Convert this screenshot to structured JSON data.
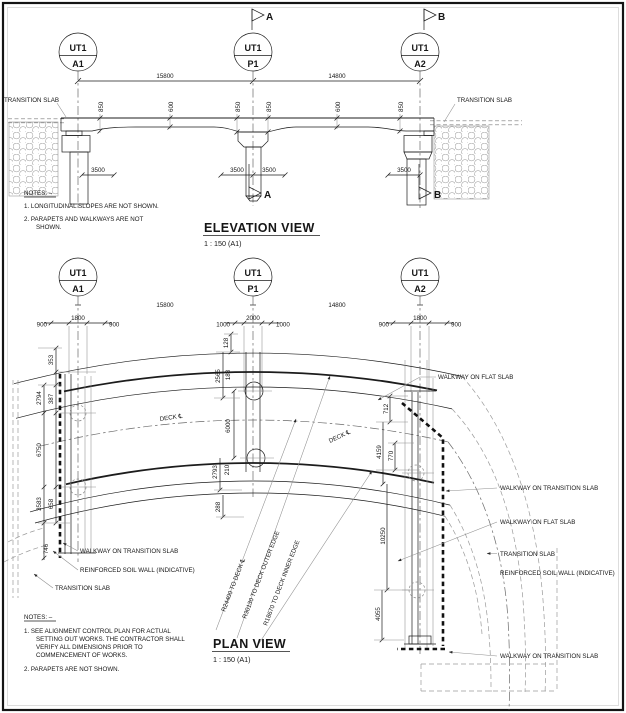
{
  "elevation": {
    "flags": {
      "a": "A",
      "b": "B"
    },
    "grid_a1": {
      "top": "UT1",
      "bot": "A1"
    },
    "grid_p1": {
      "top": "UT1",
      "bot": "P1"
    },
    "grid_a2": {
      "top": "UT1",
      "bot": "A2"
    },
    "dim_span_1": "15800",
    "dim_span_2": "14800",
    "depth_dims": [
      "850",
      "600",
      "850",
      "850",
      "600",
      "850"
    ],
    "dim_3500": [
      "3500",
      "3500",
      "3500",
      "3500"
    ],
    "label_transition_left": "TRANSITION SLAB",
    "label_transition_right": "TRANSITION SLAB",
    "notes_heading": "NOTES: –",
    "note_1": "1.   LONGITUDINAL SLOPES ARE NOT SHOWN.",
    "note_2a": "2.   PARAPETS AND WALKWAYS ARE NOT",
    "note_2b": "SHOWN.",
    "title": "ELEVATION VIEW",
    "scale": "1 : 150 (A1)"
  },
  "plan": {
    "grid_a1": {
      "top": "UT1",
      "bot": "A1"
    },
    "grid_p1": {
      "top": "UT1",
      "bot": "P1"
    },
    "grid_a2": {
      "top": "UT1",
      "bot": "A2"
    },
    "dim_span_1": "15800",
    "dim_span_2": "14800",
    "a1_dims": [
      "900",
      "1800",
      "900"
    ],
    "p1_dims": [
      "1000",
      "2000",
      "1000"
    ],
    "a2_dims": [
      "900",
      "1800",
      "900"
    ],
    "left_dims": {
      "d353": "353",
      "d2794": "2794",
      "d387": "387",
      "d6750": "6750",
      "d3583": "3583",
      "d658": "658",
      "d746": "746"
    },
    "center_dims": {
      "d128": "128",
      "d2565": "2565",
      "d183": "183",
      "d6000": "6000",
      "d2793": "2793",
      "d210": "210",
      "d288": "288"
    },
    "right_dims": {
      "d712": "712",
      "d4159": "4159",
      "d770": "770",
      "d10250": "10250",
      "d4055": "4055"
    },
    "deck_cl_1": "DECK ℄",
    "deck_cl_2": "DECK ℄",
    "radius_cl": "R24400 TO DECK ℄",
    "radius_outer": "R30130 TO DECK OUTER EDGE",
    "radius_inner": "R18670 TO DECK INNER EDGE",
    "label_walkway_flat_top": "WALKWAY ON FLAT SLAB",
    "label_walkway_trans_right": "WALKWAY ON TRANSITION SLAB",
    "label_walkway_flat_right": "WALKWAY ON FLAT SLAB",
    "label_transition_right": "TRANSITION SLAB",
    "label_soil_right": "REINFORCED SOIL WALL (INDICATIVE)",
    "label_walkway_trans_bottom": "WALKWAY ON TRANSITION SLAB",
    "label_walkway_trans_left": "WALKWAY ON TRANSITION SLAB",
    "label_soil_left": "REINFORCED SOIL WALL (INDICATIVE)",
    "label_transition_left": "TRANSITION SLAB",
    "notes_heading": "NOTES: –",
    "note_1a": "1.   SEE ALIGNMENT CONTROL PLAN FOR ACTUAL",
    "note_1b": "SETTING OUT WORKS. THE CONTRACTOR SHALL",
    "note_1c": "VERIFY ALL DIMENSIONS PRIOR TO",
    "note_1d": "COMMENCEMENT OF WORKS.",
    "note_2": "2.   PARAPETS ARE NOT SHOWN.",
    "title": "PLAN VIEW",
    "scale": "1 : 150 (A1)"
  }
}
